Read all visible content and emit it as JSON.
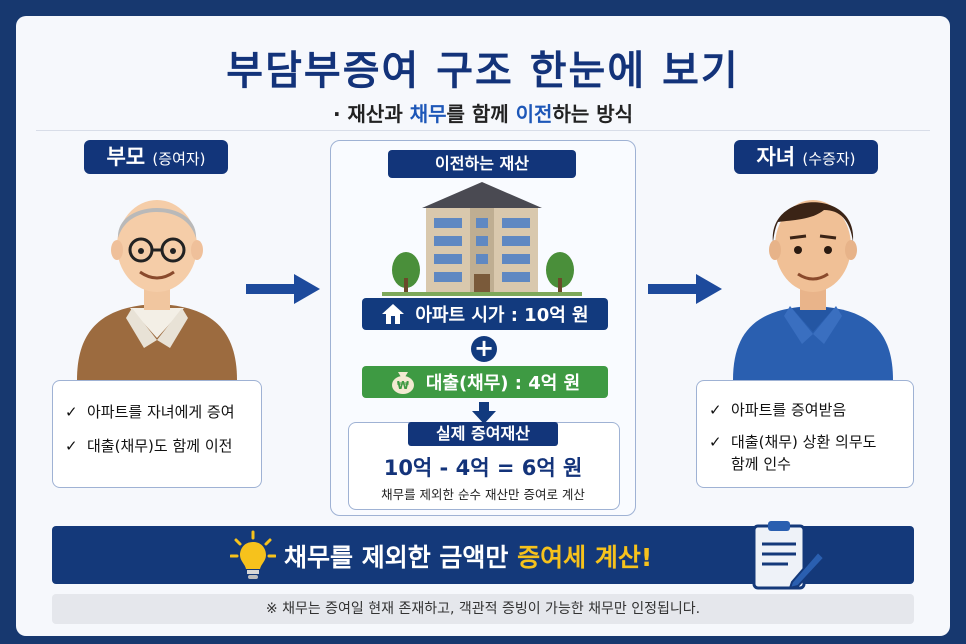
{
  "title": "부담부증여 구조 한눈에 보기",
  "subtitle": {
    "prefix": "· 재산과 ",
    "hl1": "채무",
    "mid": "를 함께 ",
    "hl2": "이전",
    "suffix": "하는 방식"
  },
  "parent": {
    "label": "부모",
    "role": "(증여자)",
    "items": [
      "아파트를 자녀에게 증여",
      "대출(채무)도 함께 이전"
    ]
  },
  "child": {
    "label": "자녀",
    "role": "(수증자)",
    "items": [
      "아파트를 증여받음",
      "대출(채무) 상환 의무도",
      "함께 인수"
    ]
  },
  "center": {
    "header": "이전하는 재산",
    "apt_value": "아파트 시가 : 10억 원",
    "plus": "+",
    "loan_value": "대출(채무) : 4억 원",
    "result_header": "실제 증여재산",
    "result_formula": "10억 - 4억 = 6억 원",
    "result_note": "채무를 제외한 순수 재산만 증여로 계산"
  },
  "banner": {
    "text_white": "채무를 제외한 금액만 ",
    "text_yellow": "증여세 계산!"
  },
  "footnote": "※ 채무는 증여일 현재 존재하고, 객관적 증빙이 가능한 채무만 인정됩니다.",
  "check_mark": "✓",
  "colors": {
    "navy": "#12357a",
    "green": "#3e9a43",
    "yellow": "#f6c21c",
    "background": "#17386f"
  }
}
